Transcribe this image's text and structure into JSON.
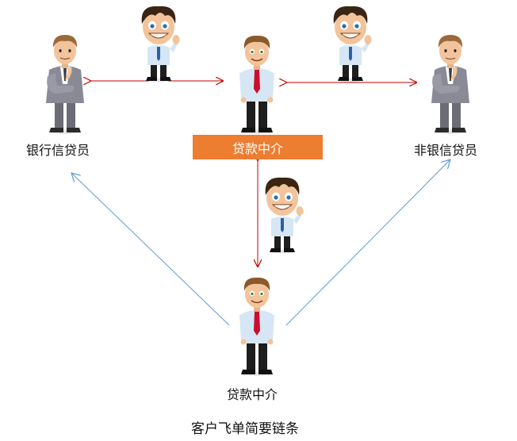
{
  "labels": {
    "bank_officer": "银行信贷员",
    "center_agent": "贷款中介",
    "nonbank_officer": "非银信贷员",
    "bottom_agent": "贷款中介",
    "caption": "客户飞单简要链条"
  },
  "colors": {
    "red_arrow": "#C00000",
    "blue_arrow": "#5B9BD5",
    "label_box": "#ED7D31",
    "label_box_text": "#FFFFFF",
    "suit_gray": "#7F7F8A",
    "shirt_blue": "#D6E6F5",
    "hair_brown": "#8B5A2B",
    "hair_dark": "#3B2412",
    "skin": "#F2C49B",
    "tie_red": "#C8102E",
    "tie_blue": "#2E5FA8"
  },
  "figures": [
    {
      "role": "officer",
      "icon": "bank-officer-icon"
    },
    {
      "role": "agent",
      "icon": "center-agent-icon"
    },
    {
      "role": "officer",
      "icon": "nonbank-officer-icon"
    },
    {
      "role": "agent",
      "icon": "bottom-agent-icon"
    },
    {
      "role": "cartoon",
      "icon": "cartoon-man-top-left-icon"
    },
    {
      "role": "cartoon",
      "icon": "cartoon-man-top-right-icon"
    },
    {
      "role": "cartoon",
      "icon": "cartoon-man-middle-icon"
    }
  ]
}
